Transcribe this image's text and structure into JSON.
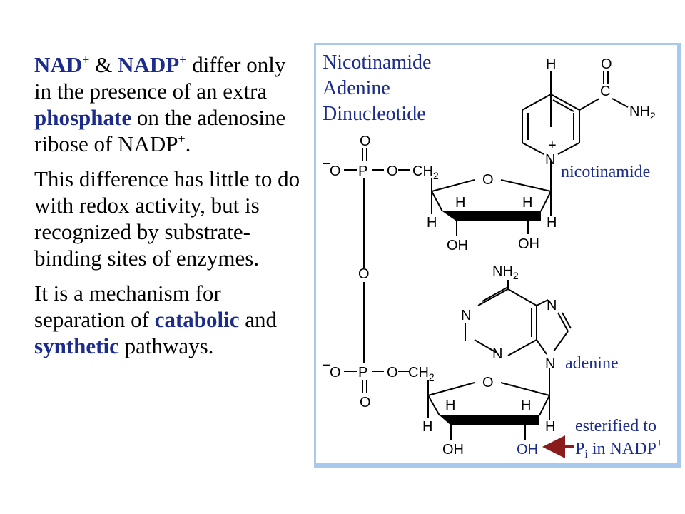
{
  "text": {
    "p1": {
      "nad": "NAD",
      "sup1": "+",
      "amp": " & ",
      "nadp": "NADP",
      "sup2": "+",
      "mid": " differ only in the presence of an extra ",
      "phosphate": "phosphate",
      "end": " on the adenosine ribose of NADP",
      "sup3": "+",
      "dot": "."
    },
    "p2": "This difference has little to do with redox activity, but is recognized by substrate-binding sites of enzymes.",
    "p3": {
      "start": "It is a mechanism for separation of ",
      "catabolic": "catabolic",
      "mid": " and ",
      "synthetic": "synthetic",
      "end": " pathways."
    }
  },
  "diagram": {
    "border_color": "#a8c8ee",
    "highlight_color": "#1c2c8c",
    "arrow_color": "#8b1a1a",
    "title_lines": [
      "Nicotinamide",
      "Adenine",
      "Dinucleotide"
    ],
    "labels": {
      "nicotinamide": "nicotinamide",
      "adenine": "adenine",
      "esterified_line1": "esterified to",
      "esterified_p": "P",
      "esterified_sub": "i",
      "esterified_rest": " in NADP",
      "esterified_sup": "+"
    },
    "atoms": {
      "O": "O",
      "P": "P",
      "H": "H",
      "N": "N",
      "C": "C",
      "OH": "OH",
      "minus": "−",
      "plus": "+",
      "CH": "CH",
      "sub2": "2",
      "NH": "NH"
    }
  }
}
